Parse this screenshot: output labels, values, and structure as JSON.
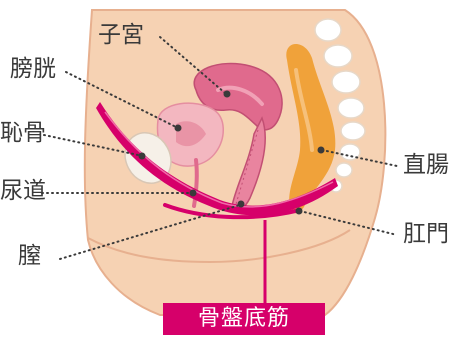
{
  "diagram": {
    "labels": {
      "uterus": "子宮",
      "bladder": "膀胱",
      "pubic_bone": "恥骨",
      "urethra": "尿道",
      "vagina": "膣",
      "rectum": "直腸",
      "anus": "肛門"
    },
    "highlight_label": "骨盤底筋",
    "colors": {
      "skin": "#f6d2b3",
      "skin_outline": "#e7b08f",
      "uterus": "#e06a8d",
      "bladder": "#f3b7c0",
      "pelvic_floor_muscle": "#d6006a",
      "rectum": "#f0a23a",
      "pubic_bone": "#f6f0e8",
      "spine": "#ffffff",
      "label_text": "#3a3a3a",
      "leader_line": "#3a3a3a"
    }
  }
}
